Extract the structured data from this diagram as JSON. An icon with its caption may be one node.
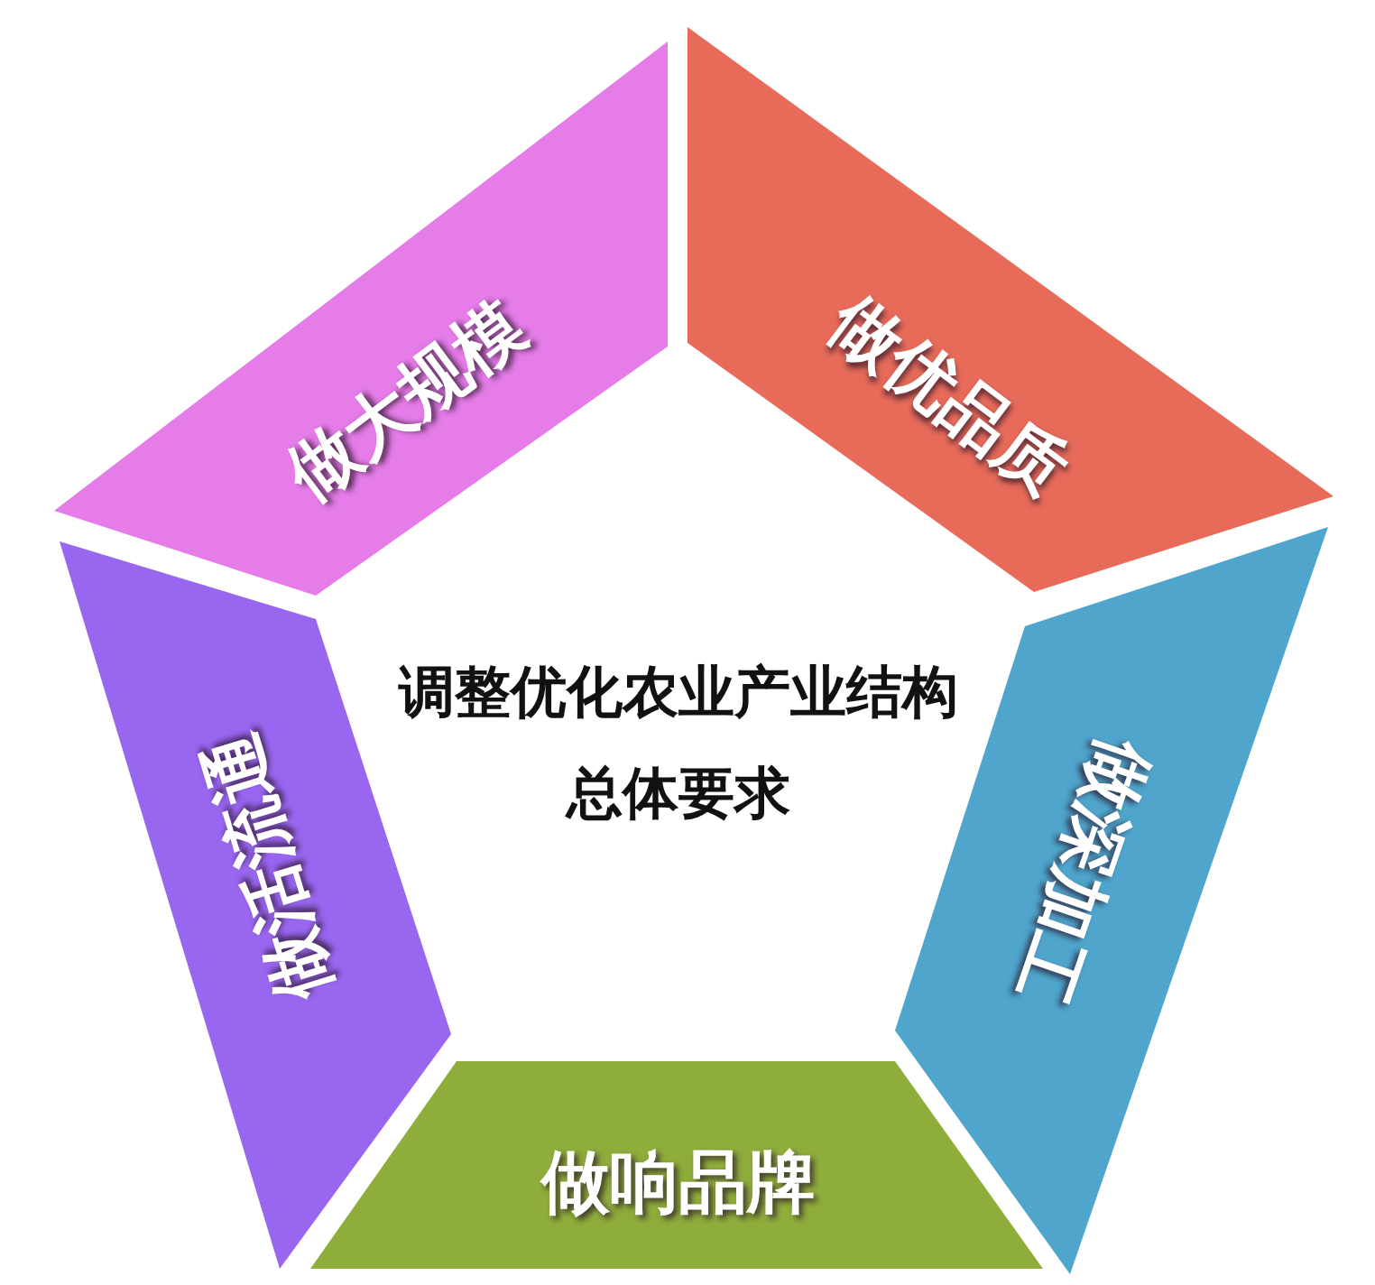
{
  "diagram": {
    "nodes": [
      {
        "text": [
          "做大规模"
        ]
      },
      {
        "text": [
          "做优品质"
        ]
      },
      {
        "text": [
          "做活流通"
        ]
      },
      {
        "text": [
          "做深加工"
        ]
      },
      {
        "text": [
          "做响品牌"
        ]
      }
    ],
    "labels": [
      "调整优化农业产业结构总体要求"
    ]
  }
}
